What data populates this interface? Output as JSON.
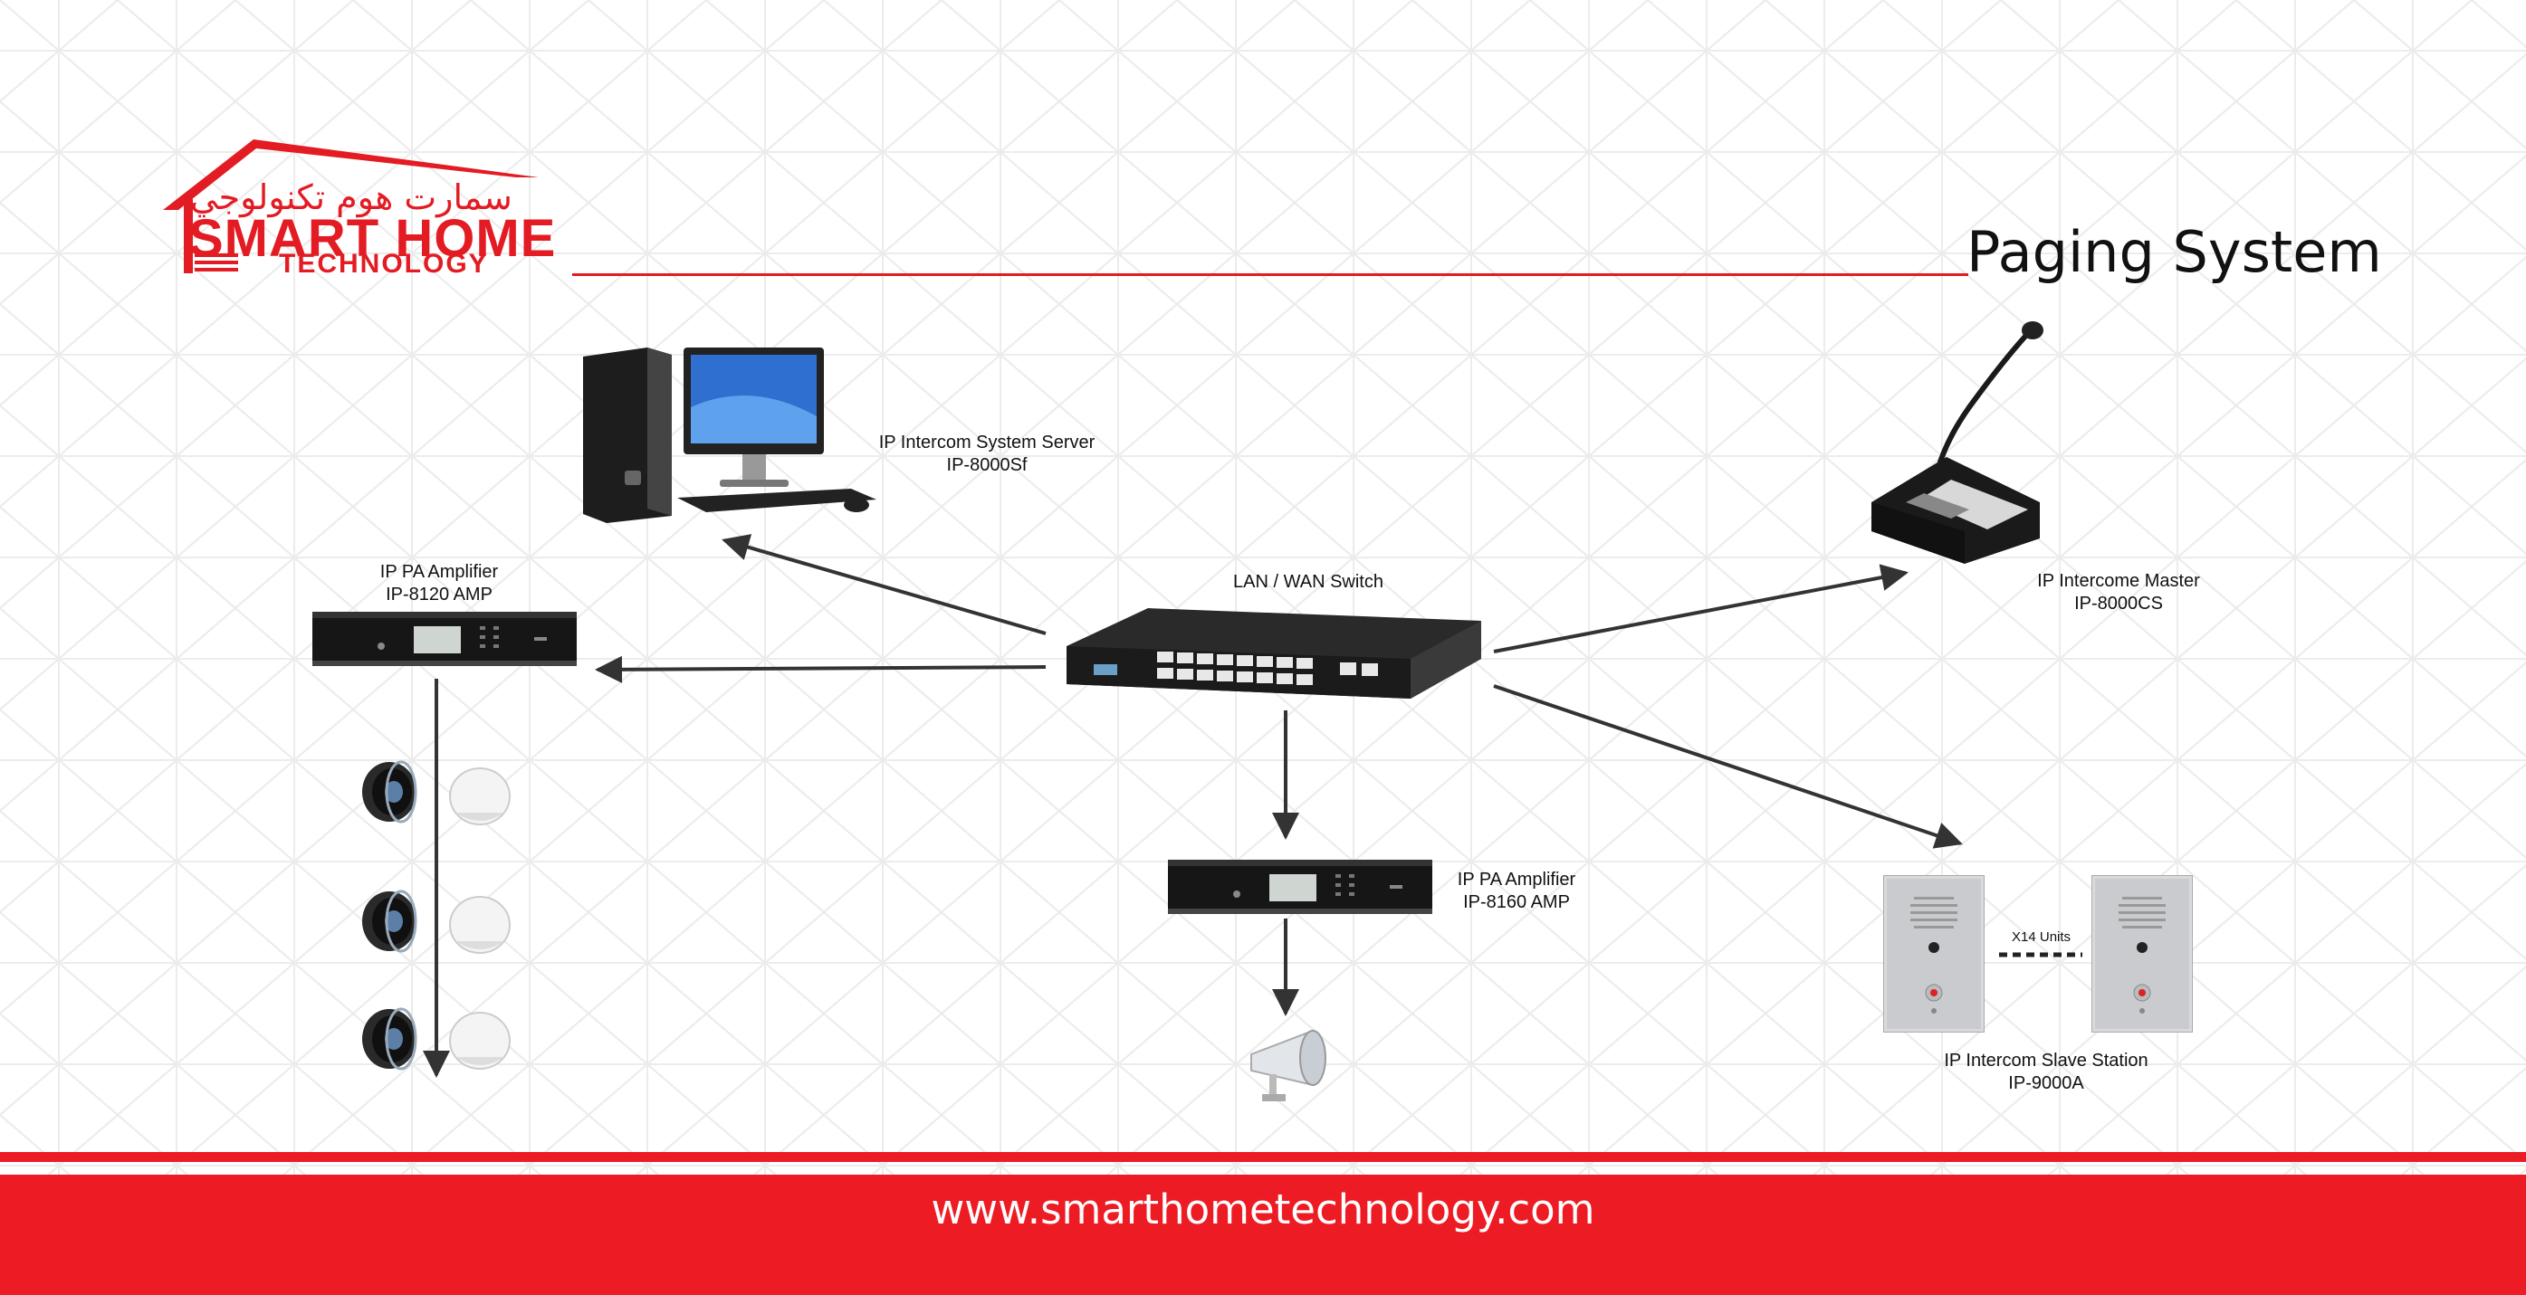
{
  "logo": {
    "arabic_text": "سمارت هوم تكنولوجي",
    "line1": "SMART HOME",
    "line2": "TECHNOLOGY",
    "color": "#e31b23"
  },
  "title": "Paging System",
  "nodes": {
    "server": {
      "name": "IP Intercom System Server",
      "model": "IP-8000Sf",
      "icon": "desktop-computer-icon"
    },
    "switch": {
      "name": "LAN / WAN Switch",
      "icon": "network-switch-icon"
    },
    "amp1": {
      "name": "IP PA Amplifier",
      "model": "IP-8120 AMP",
      "icon": "rack-amplifier-icon"
    },
    "amp2": {
      "name": "IP PA Amplifier",
      "model": "IP-8160 AMP",
      "icon": "rack-amplifier-icon"
    },
    "master": {
      "name": "IP Intercome Master",
      "model": "IP-8000CS",
      "icon": "paging-microphone-console-icon"
    },
    "slave": {
      "name": "IP Intercom Slave Station",
      "model": "IP-9000A",
      "icon": "intercom-panel-icon"
    }
  },
  "units_label": "X14 Units",
  "footer": {
    "url": "www.smarthometechnology.com",
    "color": "#ed1c24"
  },
  "icons": [
    "ceiling-speaker-icon",
    "pendant-speaker-icon",
    "horn-speaker-icon"
  ]
}
